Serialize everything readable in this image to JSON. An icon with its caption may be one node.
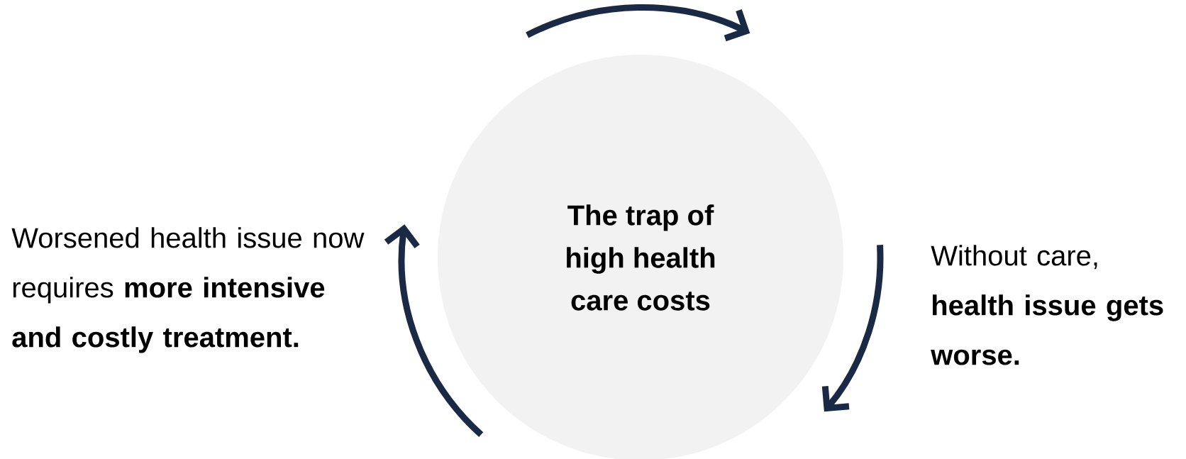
{
  "diagram": {
    "nodes": [
      {
        "text": [
          "The trap of high health care costs"
        ]
      }
    ],
    "labels": [
      "Worsened health issue now requires **more intensive and costly treatment.**",
      "Without care, **health issue gets worse.**"
    ]
  }
}
